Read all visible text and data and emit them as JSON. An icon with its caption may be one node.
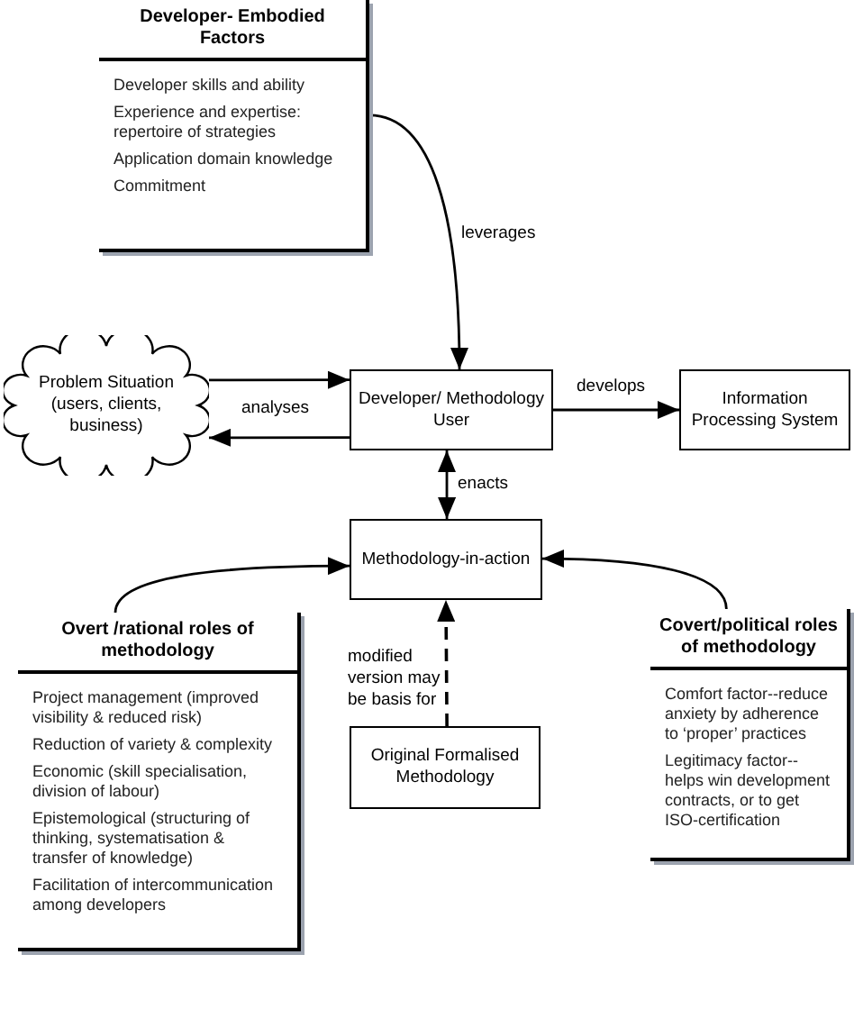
{
  "diagram": {
    "nodes": [
      {
        "text": [
          "Developer- Embodied Factors",
          "Developer skills and ability",
          "Experience and expertise: repertoire of strategies",
          "Application domain knowledge",
          "Commitment"
        ]
      },
      {
        "text": [
          "Problem Situation (users, clients, business)"
        ]
      },
      {
        "text": [
          "Developer/ Methodology User"
        ]
      },
      {
        "text": [
          "Information Processing System"
        ]
      },
      {
        "text": [
          "Methodology-in-action"
        ]
      },
      {
        "text": [
          "Overt /rational roles of methodology",
          "Project management (improved visibility & reduced risk)",
          "Reduction of variety & complexity",
          "Economic (skill specialisation, division of labour)",
          "Epistemological (structuring of thinking, systematisation & transfer of knowledge)",
          "Facilitation of intercommunication among developers"
        ]
      },
      {
        "text": [
          "Original Formalised Methodology"
        ]
      },
      {
        "text": [
          "Covert/political roles of methodology",
          "Comfort factor--reduce anxiety by adherence to ‘proper’ practices",
          "Legitimacy factor--helps win development contracts, or to get ISO-certification"
        ]
      }
    ],
    "edges": [
      {
        "from": 0,
        "to": 2,
        "arrow": "to",
        "label": "leverages"
      },
      {
        "from": 1,
        "to": 2,
        "arrow": "to"
      },
      {
        "from": 2,
        "to": 1,
        "arrow": "to",
        "label": "analyses"
      },
      {
        "from": 2,
        "to": 3,
        "arrow": "to",
        "label": "develops"
      },
      {
        "from": 2,
        "to": 4,
        "arrow": "both",
        "label": "enacts"
      },
      {
        "from": 5,
        "to": 4,
        "arrow": "to"
      },
      {
        "from": 7,
        "to": 4,
        "arrow": "to"
      },
      {
        "from": 6,
        "to": 4,
        "arrow": "to",
        "label": "modified version may be basis for",
        "style": "dashed"
      }
    ]
  }
}
